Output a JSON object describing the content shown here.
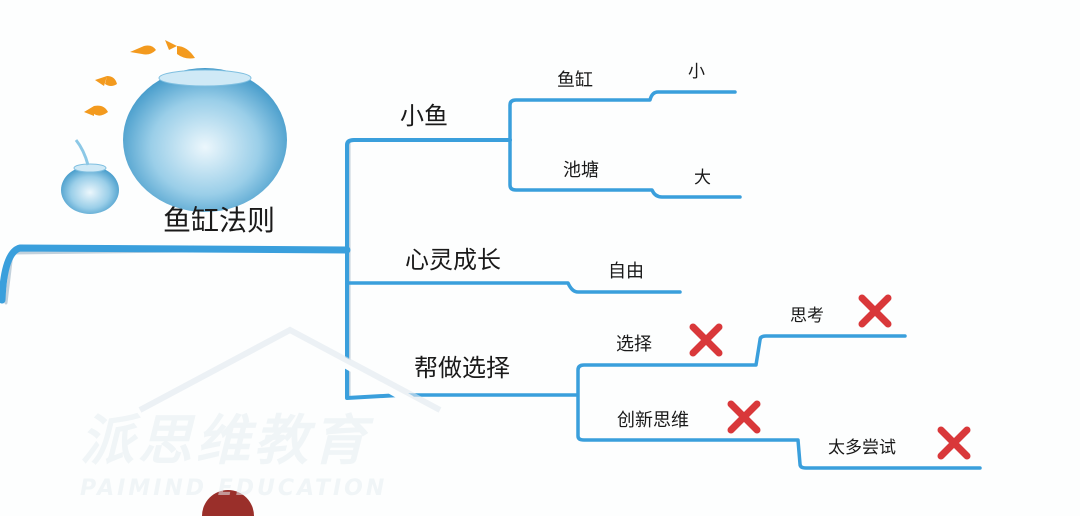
{
  "root": {
    "label": "鱼缸法则"
  },
  "branches": [
    {
      "label": "小鱼",
      "children": [
        {
          "label": "鱼缸",
          "leaf": "小"
        },
        {
          "label": "池塘",
          "leaf": "大"
        }
      ]
    },
    {
      "label": "心灵成长",
      "children": [
        {
          "label": "自由"
        }
      ]
    },
    {
      "label": "帮做选择",
      "children": [
        {
          "label": "选择",
          "crossed": true,
          "leaf": "思考",
          "leaf_crossed": true
        },
        {
          "label": "创新思维",
          "crossed": true,
          "leaf": "太多尝试",
          "leaf_crossed": true
        }
      ]
    }
  ],
  "watermark": {
    "cn": "派思维教育",
    "en": "PAIMIND EDUCATION"
  },
  "colors": {
    "line": "#3a9fdc",
    "cross": "#d9383a",
    "shadow": "#9bb3c4"
  }
}
